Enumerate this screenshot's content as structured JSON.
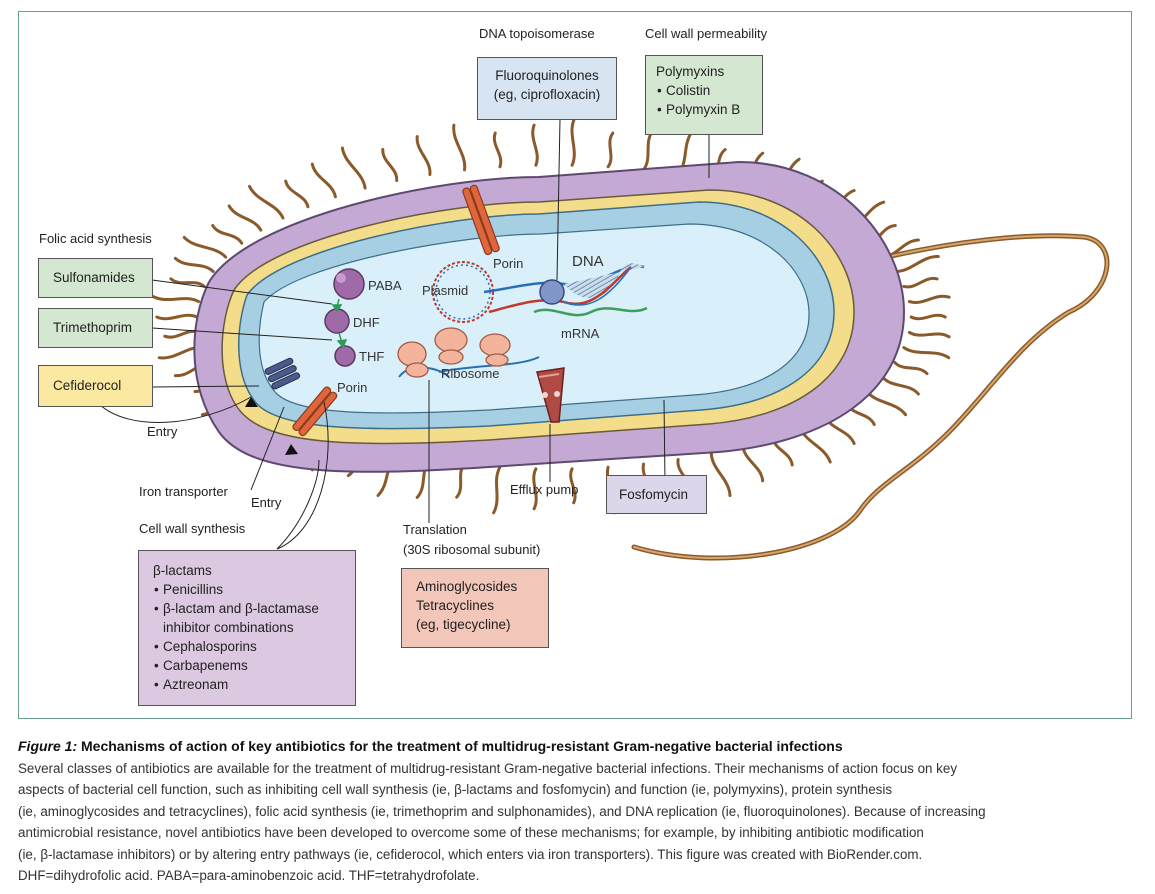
{
  "labels": {
    "dna_topo": "DNA topoisomerase",
    "cell_wall_perm": "Cell wall permeability",
    "folic_acid": "Folic acid synthesis",
    "entry_1": "Entry",
    "entry_2": "Entry",
    "iron_transporter": "Iron transporter",
    "cell_wall_synthesis": "Cell wall synthesis",
    "translation": "Translation",
    "translation_sub": "(30S ribosomal subunit)",
    "efflux_pump": "Efflux pump"
  },
  "cell_labels": {
    "paba": "PABA",
    "dhf": "DHF",
    "thf": "THF",
    "plasmid": "Plasmid",
    "porin_top": "Porin",
    "porin_bottom": "Porin",
    "dna": "DNA",
    "mrna": "mRNA",
    "ribosome": "Ribosome"
  },
  "boxes": {
    "fluoroquinolones": [
      "Fluoroquinolones",
      "(eg, ciprofloxacin)"
    ],
    "polymyxins": {
      "title": "Polymyxins",
      "items": [
        "Colistin",
        "Polymyxin B"
      ]
    },
    "sulfonamides": "Sulfonamides",
    "trimethoprim": "Trimethoprim",
    "cefiderocol": "Cefiderocol",
    "fosfomycin": "Fosfomycin",
    "aminoglycosides": [
      "Aminoglycosides",
      "Tetracyclines",
      "(eg, tigecycline)"
    ],
    "beta_lactams": {
      "title": "β-lactams",
      "items": [
        "Penicillins",
        "β-lactam and β-lactamase",
        "Cephalosporins",
        "Carbapenems",
        "Aztreonam"
      ],
      "item2_cont": "inhibitor combinations"
    }
  },
  "caption": {
    "figure_label": "Figure 1:",
    "title": "Mechanisms of action of key antibiotics for the treatment of multidrug-resistant Gram-negative bacterial infections",
    "lines": [
      "Several classes of antibiotics are available for the treatment of multidrug-resistant Gram-negative bacterial infections. Their mechanisms of action focus on key",
      "aspects of bacterial cell function, such as inhibiting cell wall synthesis (ie, β-lactams and fosfomycin) and function (ie, polymyxins), protein synthesis",
      "(ie, aminoglycosides and tetracyclines), folic acid synthesis (ie, trimethoprim and sulphonamides), and DNA replication (ie, fluoroquinolones). Because of increasing",
      "antimicrobial resistance, novel antibiotics have been developed to overcome some of these mechanisms; for example, by inhibiting antibiotic modification",
      "(ie, β-lactamase inhibitors) or by altering entry pathways (ie, cefiderocol, which enters via iron transporters). This figure was created with BioRender.com.",
      "DHF=dihydrofolic acid. PABA=para-aminobenzoic acid. THF=tetrahydrofolate."
    ]
  },
  "colors": {
    "outer_membrane": "#c3a9d4",
    "cell_wall": "#f3dc8a",
    "inner_membrane": "#a6cfe3",
    "cytoplasm": "#d9f0fa",
    "porin": "#e0653c",
    "frame": "#6aa08a"
  }
}
